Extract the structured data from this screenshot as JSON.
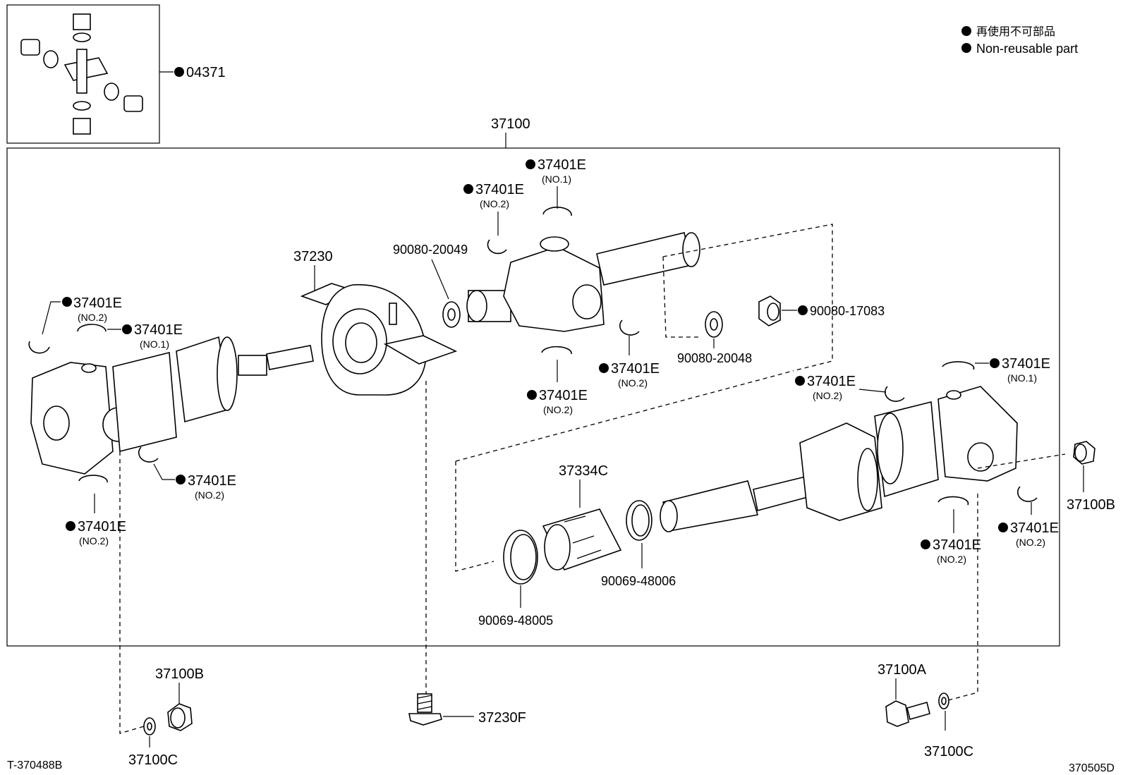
{
  "legend": {
    "line1": "再使用不可部品",
    "line2": "Non-reusable part"
  },
  "footer": {
    "left_code": "T-370488B",
    "right_code": "370505D"
  },
  "labels": {
    "kit": "04371",
    "assembly": "37100",
    "bearing": "37230",
    "boot": "37334C",
    "washer_a": "90080-20049",
    "washer_b": "90080-20048",
    "nut": "90080-17083",
    "ring_a": "90069-48005",
    "ring_b": "90069-48006",
    "bolt_a": "37100A",
    "bushing_b": "37100B",
    "washer_c": "37100C",
    "bolt_f": "37230F",
    "snap": "37401E",
    "no1": "(NO.1)",
    "no2": "(NO.2)"
  }
}
